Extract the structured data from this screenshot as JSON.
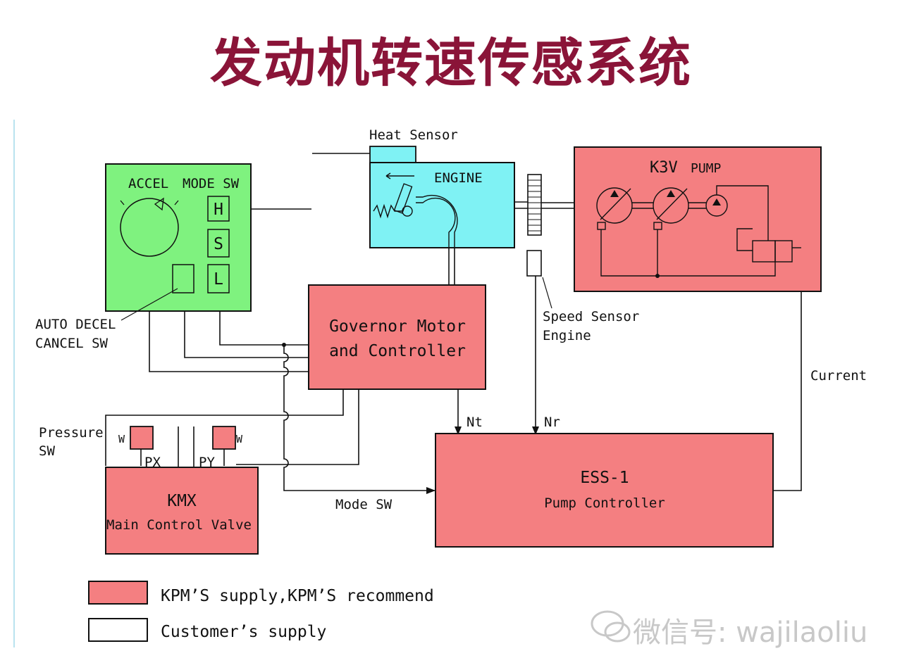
{
  "title": "发动机转速传感系统",
  "colors": {
    "kpm": "#f47f81",
    "green": "#7ff27f",
    "cyan": "#7ff2f4",
    "title": "#8a1438"
  },
  "labels": {
    "heat_sensor": "Heat Sensor",
    "engine": "ENGINE",
    "accel": "ACCEL",
    "mode_sw": "MODE SW",
    "h": "H",
    "s": "S",
    "l": "L",
    "auto_decel_1": "AUTO DECEL",
    "auto_decel_2": "CANCEL SW",
    "k3v_a": "K3V",
    "k3v_b": "PUMP",
    "governor_1": "Governor Motor",
    "governor_2": "and Controller",
    "speed_sensor_1": "Speed Sensor",
    "speed_sensor_2": "Engine",
    "current": "Current",
    "nt": "Nt",
    "nr": "Nr",
    "pressure_1": "Pressure",
    "pressure_2": "SW",
    "w_left": "W",
    "w_right": "W",
    "px": "PX",
    "py": "PY",
    "kmx_1": "KMX",
    "kmx_2": "Main Control Valve",
    "mode_sw_line": "Mode SW",
    "ess_1": "ESS-1",
    "ess_2": "Pump Controller"
  },
  "legend": [
    {
      "label": "KPM’S supply,KPM’S recommend",
      "color": "#f47f81"
    },
    {
      "label": "Customer’s supply",
      "color": "#ffffff"
    }
  ],
  "watermark": "微信号: wajilaoliu"
}
